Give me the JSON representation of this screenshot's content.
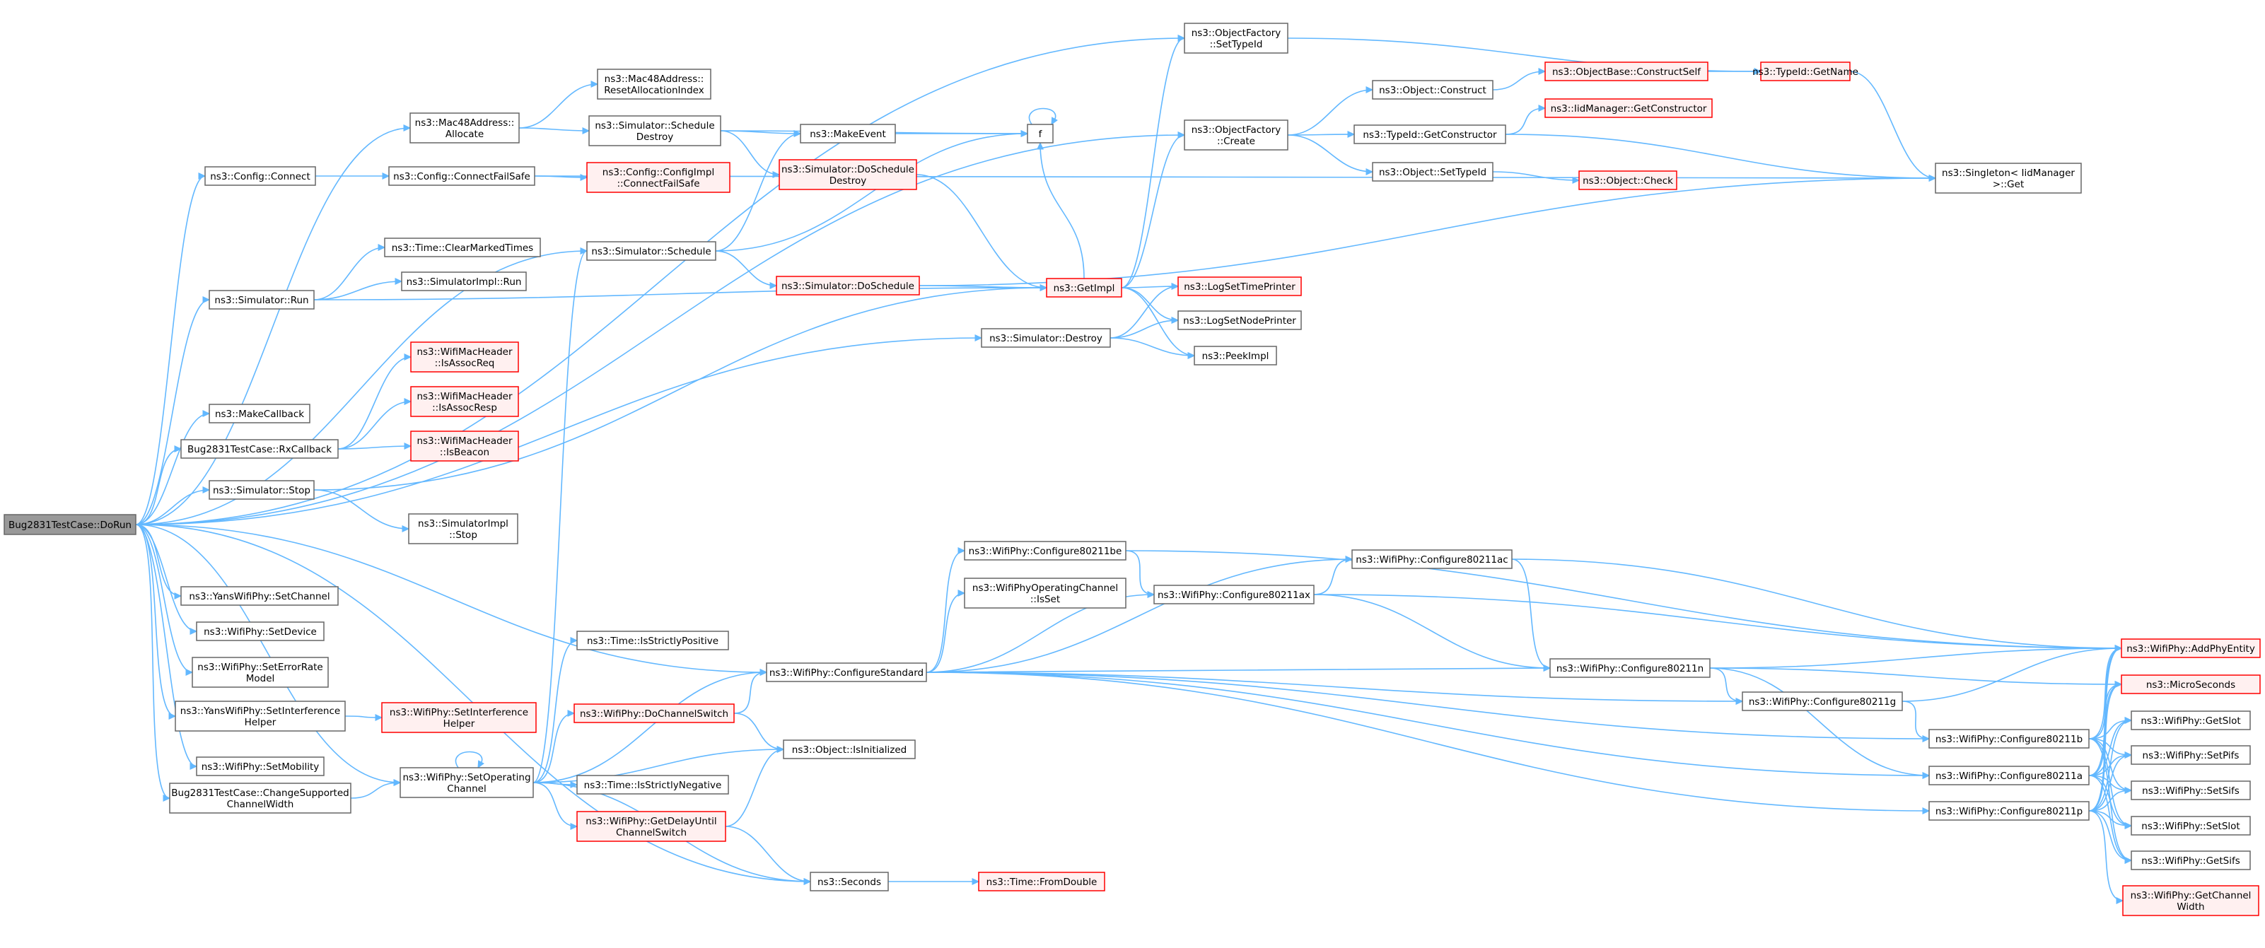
{
  "colors": {
    "edge": "#63b8ff",
    "root_fill": "#999999",
    "root_stroke": "#666666",
    "node_stroke_plain": "#666666",
    "node_stroke_red": "#ff0000",
    "node_fill_red": "#fff0f0",
    "node_fill": "#ffffff"
  },
  "nodes": [
    {
      "id": "root",
      "lines": [
        "Bug2831TestCase::DoRun"
      ],
      "style": "root"
    },
    {
      "id": "of_settypeid",
      "lines": [
        "ns3::ObjectFactory",
        "::SetTypeId"
      ],
      "style": "plain"
    },
    {
      "id": "typeid_getname",
      "lines": [
        "ns3::TypeId::GetName"
      ],
      "style": "red"
    },
    {
      "id": "mac48_reset",
      "lines": [
        "ns3::Mac48Address::",
        "ResetAllocationIndex"
      ],
      "style": "plain"
    },
    {
      "id": "mac48_alloc",
      "lines": [
        "ns3::Mac48Address::",
        "Allocate"
      ],
      "style": "plain"
    },
    {
      "id": "sim_sched_destroy",
      "lines": [
        "ns3::Simulator::Schedule",
        "Destroy"
      ],
      "style": "plain"
    },
    {
      "id": "make_event",
      "lines": [
        "ns3::MakeEvent"
      ],
      "style": "plain"
    },
    {
      "id": "f",
      "lines": [
        "f"
      ],
      "style": "plain"
    },
    {
      "id": "of_create",
      "lines": [
        "ns3::ObjectFactory",
        "::Create"
      ],
      "style": "plain"
    },
    {
      "id": "obj_construct",
      "lines": [
        "ns3::Object::Construct"
      ],
      "style": "plain"
    },
    {
      "id": "objbase_construct",
      "lines": [
        "ns3::ObjectBase::ConstructSelf"
      ],
      "style": "red"
    },
    {
      "id": "iid_getctor",
      "lines": [
        "ns3::IidManager::GetConstructor"
      ],
      "style": "red"
    },
    {
      "id": "typeid_getctor",
      "lines": [
        "ns3::TypeId::GetConstructor"
      ],
      "style": "plain"
    },
    {
      "id": "obj_settypeid",
      "lines": [
        "ns3::Object::SetTypeId"
      ],
      "style": "plain"
    },
    {
      "id": "obj_check",
      "lines": [
        "ns3::Object::Check"
      ],
      "style": "red"
    },
    {
      "id": "singleton_get",
      "lines": [
        "ns3::Singleton< IidManager",
        "  >::Get"
      ],
      "style": "plain"
    },
    {
      "id": "config_connect",
      "lines": [
        "ns3::Config::Connect"
      ],
      "style": "plain"
    },
    {
      "id": "config_connectfailsafe",
      "lines": [
        "ns3::Config::ConnectFailSafe"
      ],
      "style": "plain"
    },
    {
      "id": "configimpl_cfs",
      "lines": [
        "ns3::Config::ConfigImpl",
        "::ConnectFailSafe"
      ],
      "style": "red"
    },
    {
      "id": "sim_dosched_destroy",
      "lines": [
        "ns3::Simulator::DoSchedule",
        "Destroy"
      ],
      "style": "red"
    },
    {
      "id": "time_clear",
      "lines": [
        "ns3::Time::ClearMarkedTimes"
      ],
      "style": "plain"
    },
    {
      "id": "sim_schedule",
      "lines": [
        "ns3::Simulator::Schedule"
      ],
      "style": "plain"
    },
    {
      "id": "sim_run",
      "lines": [
        "ns3::Simulator::Run"
      ],
      "style": "plain"
    },
    {
      "id": "simimpl_run",
      "lines": [
        "ns3::SimulatorImpl::Run"
      ],
      "style": "plain"
    },
    {
      "id": "sim_dosched",
      "lines": [
        "ns3::Simulator::DoSchedule"
      ],
      "style": "red"
    },
    {
      "id": "getimpl",
      "lines": [
        "ns3::GetImpl"
      ],
      "style": "red"
    },
    {
      "id": "log_time",
      "lines": [
        "ns3::LogSetTimePrinter"
      ],
      "style": "red"
    },
    {
      "id": "log_node",
      "lines": [
        "ns3::LogSetNodePrinter"
      ],
      "style": "plain"
    },
    {
      "id": "sim_destroy",
      "lines": [
        "ns3::Simulator::Destroy"
      ],
      "style": "plain"
    },
    {
      "id": "peekimpl",
      "lines": [
        "ns3::PeekImpl"
      ],
      "style": "plain"
    },
    {
      "id": "wmh_assocreq",
      "lines": [
        "ns3::WifiMacHeader",
        "::IsAssocReq"
      ],
      "style": "red"
    },
    {
      "id": "wmh_assocresp",
      "lines": [
        "ns3::WifiMacHeader",
        "::IsAssocResp"
      ],
      "style": "red"
    },
    {
      "id": "wmh_beacon",
      "lines": [
        "ns3::WifiMacHeader",
        "::IsBeacon"
      ],
      "style": "red"
    },
    {
      "id": "make_callback",
      "lines": [
        "ns3::MakeCallback"
      ],
      "style": "plain"
    },
    {
      "id": "rx_callback",
      "lines": [
        "Bug2831TestCase::RxCallback"
      ],
      "style": "plain"
    },
    {
      "id": "sim_stop",
      "lines": [
        "ns3::Simulator::Stop"
      ],
      "style": "plain"
    },
    {
      "id": "simimpl_stop",
      "lines": [
        "ns3::SimulatorImpl",
        "::Stop"
      ],
      "style": "plain"
    },
    {
      "id": "wp_80211be",
      "lines": [
        "ns3::WifiPhy::Configure80211be"
      ],
      "style": "plain"
    },
    {
      "id": "wp_80211ac",
      "lines": [
        "ns3::WifiPhy::Configure80211ac"
      ],
      "style": "plain"
    },
    {
      "id": "wpoc_isset",
      "lines": [
        "ns3::WifiPhyOperatingChannel",
        "::IsSet"
      ],
      "style": "plain"
    },
    {
      "id": "wp_80211ax",
      "lines": [
        "ns3::WifiPhy::Configure80211ax"
      ],
      "style": "plain"
    },
    {
      "id": "yans_setchannel",
      "lines": [
        "ns3::YansWifiPhy::SetChannel"
      ],
      "style": "plain"
    },
    {
      "id": "wp_setdevice",
      "lines": [
        "ns3::WifiPhy::SetDevice"
      ],
      "style": "plain"
    },
    {
      "id": "time_strictpos",
      "lines": [
        "ns3::Time::IsStrictlyPositive"
      ],
      "style": "plain"
    },
    {
      "id": "wp_addphy",
      "lines": [
        "ns3::WifiPhy::AddPhyEntity"
      ],
      "style": "red"
    },
    {
      "id": "wp_seterrrate",
      "lines": [
        "ns3::WifiPhy::SetErrorRate",
        "Model"
      ],
      "style": "plain"
    },
    {
      "id": "wp_configstd",
      "lines": [
        "ns3::WifiPhy::ConfigureStandard"
      ],
      "style": "plain"
    },
    {
      "id": "wp_80211n",
      "lines": [
        "ns3::WifiPhy::Configure80211n"
      ],
      "style": "plain"
    },
    {
      "id": "wp_microsec",
      "lines": [
        "ns3::MicroSeconds"
      ],
      "style": "red"
    },
    {
      "id": "yans_setinterf",
      "lines": [
        "ns3::YansWifiPhy::SetInterference",
        "Helper"
      ],
      "style": "plain"
    },
    {
      "id": "wp_setinterf",
      "lines": [
        "ns3::WifiPhy::SetInterference",
        "Helper"
      ],
      "style": "red"
    },
    {
      "id": "wp_dochsw",
      "lines": [
        "ns3::WifiPhy::DoChannelSwitch"
      ],
      "style": "red"
    },
    {
      "id": "wp_80211g",
      "lines": [
        "ns3::WifiPhy::Configure80211g"
      ],
      "style": "plain"
    },
    {
      "id": "wp_getslot",
      "lines": [
        "ns3::WifiPhy::GetSlot"
      ],
      "style": "plain"
    },
    {
      "id": "wp_setmobility",
      "lines": [
        "ns3::WifiPhy::SetMobility"
      ],
      "style": "plain"
    },
    {
      "id": "wp_80211b",
      "lines": [
        "ns3::WifiPhy::Configure80211b"
      ],
      "style": "plain"
    },
    {
      "id": "obj_isinit",
      "lines": [
        "ns3::Object::IsInitialized"
      ],
      "style": "plain"
    },
    {
      "id": "wp_setpifs",
      "lines": [
        "ns3::WifiPhy::SetPifs"
      ],
      "style": "plain"
    },
    {
      "id": "change_chwidth",
      "lines": [
        "Bug2831TestCase::ChangeSupported",
        "ChannelWidth"
      ],
      "style": "plain"
    },
    {
      "id": "wp_setopch",
      "lines": [
        "ns3::WifiPhy::SetOperating",
        "Channel"
      ],
      "style": "plain"
    },
    {
      "id": "wp_80211a",
      "lines": [
        "ns3::WifiPhy::Configure80211a"
      ],
      "style": "plain"
    },
    {
      "id": "time_strictneg",
      "lines": [
        "ns3::Time::IsStrictlyNegative"
      ],
      "style": "plain"
    },
    {
      "id": "wp_setsifs",
      "lines": [
        "ns3::WifiPhy::SetSifs"
      ],
      "style": "plain"
    },
    {
      "id": "wp_getdelay",
      "lines": [
        "ns3::WifiPhy::GetDelayUntil",
        "ChannelSwitch"
      ],
      "style": "red"
    },
    {
      "id": "wp_80211p",
      "lines": [
        "ns3::WifiPhy::Configure80211p"
      ],
      "style": "plain"
    },
    {
      "id": "wp_setslot",
      "lines": [
        "ns3::WifiPhy::SetSlot"
      ],
      "style": "plain"
    },
    {
      "id": "wp_getsifs",
      "lines": [
        "ns3::WifiPhy::GetSifs"
      ],
      "style": "plain"
    },
    {
      "id": "seconds",
      "lines": [
        "ns3::Seconds"
      ],
      "style": "plain"
    },
    {
      "id": "time_fromdouble",
      "lines": [
        "ns3::Time::FromDouble"
      ],
      "style": "red"
    },
    {
      "id": "wp_getchwidth",
      "lines": [
        "ns3::WifiPhy::GetChannel",
        "Width"
      ],
      "style": "red"
    }
  ]
}
